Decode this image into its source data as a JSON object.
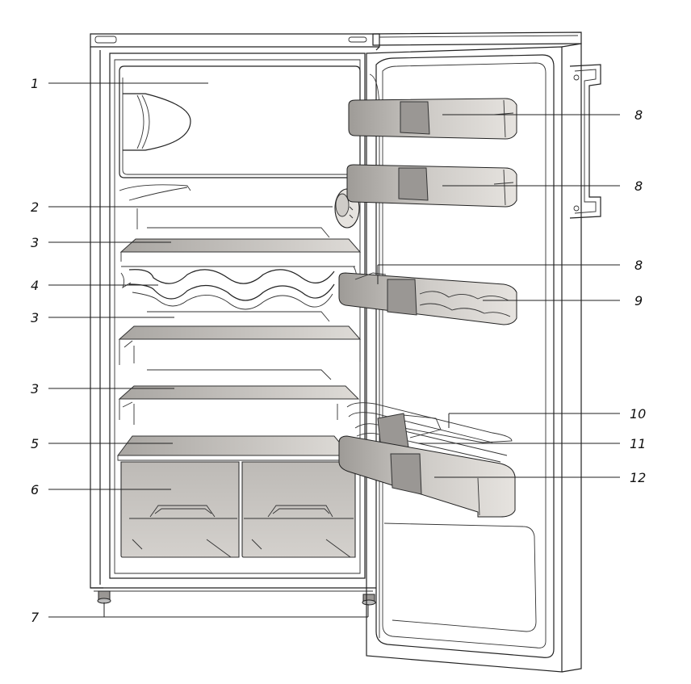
{
  "figure": {
    "description_labels": [
      {
        "id": "l1",
        "text": "1"
      },
      {
        "id": "l2",
        "text": "2"
      },
      {
        "id": "l3a",
        "text": "3"
      },
      {
        "id": "l4",
        "text": "4"
      },
      {
        "id": "l3b",
        "text": "3"
      },
      {
        "id": "l3c",
        "text": "3"
      },
      {
        "id": "l5",
        "text": "5"
      },
      {
        "id": "l6",
        "text": "6"
      },
      {
        "id": "l7",
        "text": "7"
      },
      {
        "id": "r8a",
        "text": "8"
      },
      {
        "id": "r8b",
        "text": "8"
      },
      {
        "id": "r8c",
        "text": "8"
      },
      {
        "id": "r9",
        "text": "9"
      },
      {
        "id": "r10",
        "text": "10"
      },
      {
        "id": "r11",
        "text": "11"
      },
      {
        "id": "r12",
        "text": "12"
      }
    ]
  },
  "colors": {
    "line": "#222222",
    "shelf_light": "#d6d3cf",
    "shelf_dark": "#a9a6a2",
    "bin": "#c4c1bd",
    "clip": "#9a9794"
  }
}
